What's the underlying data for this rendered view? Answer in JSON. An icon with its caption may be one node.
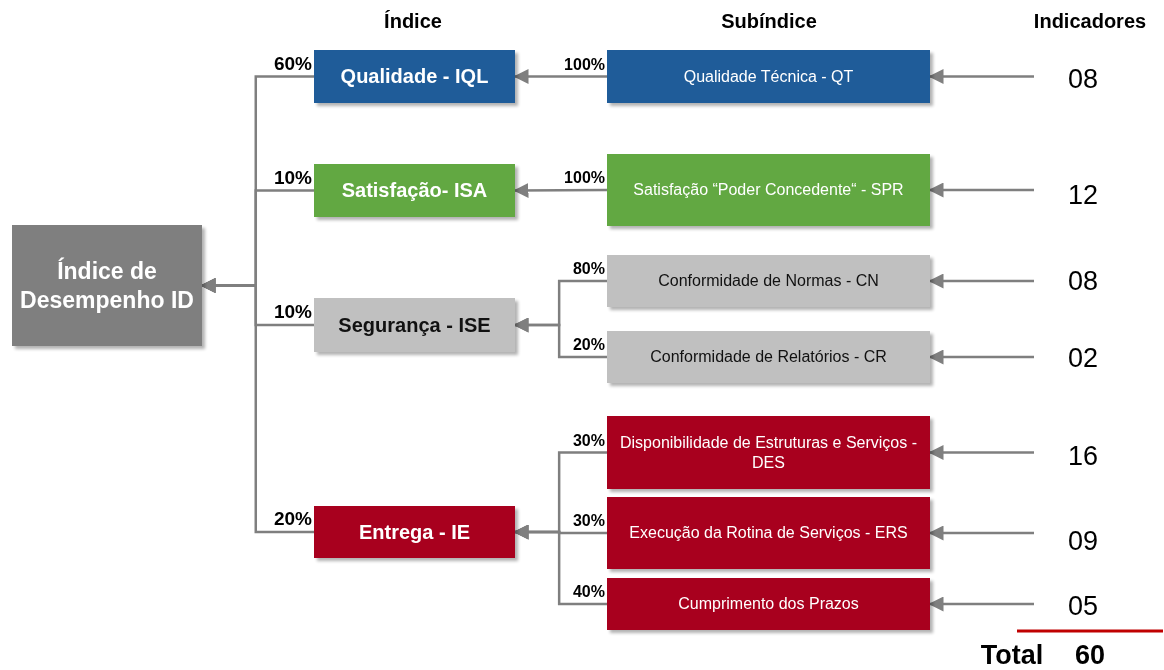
{
  "diagram": {
    "nodes": [
      {
        "text": [
          "Índice de Desempenho ID"
        ]
      },
      {
        "text": [
          "Qualidade - IQL"
        ]
      },
      {
        "text": [
          "Satisfação- ISA"
        ]
      },
      {
        "text": [
          "Segurança - ISE"
        ]
      },
      {
        "text": [
          "Entrega - IE"
        ]
      },
      {
        "text": [
          "Qualidade Técnica - QT"
        ]
      },
      {
        "text": [
          "Satisfação “Poder Concedente“ - SPR"
        ]
      },
      {
        "text": [
          "Conformidade de Normas - CN"
        ]
      },
      {
        "text": [
          "Conformidade de Relatórios - CR"
        ]
      },
      {
        "text": [
          "Disponibilidade de Estruturas e Serviços - DES"
        ]
      },
      {
        "text": [
          "Execução da Rotina de Serviços - ERS"
        ]
      },
      {
        "text": [
          "Cumprimento dos Prazos"
        ]
      },
      {
        "text": [
          "08"
        ]
      },
      {
        "text": [
          "12"
        ]
      },
      {
        "text": [
          "08"
        ]
      },
      {
        "text": [
          "02"
        ]
      },
      {
        "text": [
          "16"
        ]
      },
      {
        "text": [
          "09"
        ]
      },
      {
        "text": [
          "05"
        ]
      }
    ],
    "edges": [
      {
        "from": 1,
        "to": 0,
        "arrow": "to",
        "label": "60%"
      },
      {
        "from": 2,
        "to": 0,
        "arrow": "to",
        "label": "10%"
      },
      {
        "from": 3,
        "to": 0,
        "arrow": "to",
        "label": "10%"
      },
      {
        "from": 4,
        "to": 0,
        "arrow": "to",
        "label": "20%"
      },
      {
        "from": 5,
        "to": 1,
        "arrow": "to",
        "label": "100%"
      },
      {
        "from": 6,
        "to": 2,
        "arrow": "to",
        "label": "100%"
      },
      {
        "from": 7,
        "to": 3,
        "arrow": "to",
        "label": "80%"
      },
      {
        "from": 8,
        "to": 3,
        "arrow": "to",
        "label": "20%"
      },
      {
        "from": 9,
        "to": 4,
        "arrow": "to",
        "label": "30%"
      },
      {
        "from": 10,
        "to": 4,
        "arrow": "to",
        "label": "30%"
      },
      {
        "from": 11,
        "to": 4,
        "arrow": "to",
        "label": "40%"
      },
      {
        "from": 12,
        "to": 5,
        "arrow": "to"
      },
      {
        "from": 13,
        "to": 6,
        "arrow": "to"
      },
      {
        "from": 14,
        "to": 7,
        "arrow": "to"
      },
      {
        "from": 15,
        "to": 8,
        "arrow": "to"
      },
      {
        "from": 16,
        "to": 9,
        "arrow": "to"
      },
      {
        "from": 17,
        "to": 10,
        "arrow": "to"
      },
      {
        "from": 18,
        "to": 11,
        "arrow": "to"
      }
    ],
    "labels": [
      "Índice",
      "Subíndice",
      "Indicadores",
      "Total",
      "60"
    ]
  }
}
